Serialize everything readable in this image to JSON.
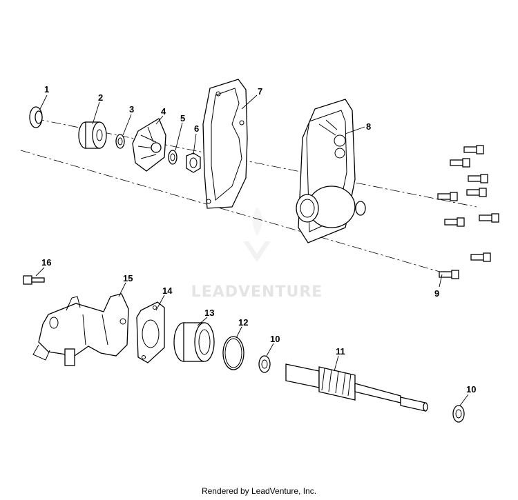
{
  "footer": "Rendered by LeadVenture, Inc.",
  "watermark": "LEADVENTURE",
  "callouts": [
    "1",
    "2",
    "3",
    "4",
    "5",
    "6",
    "7",
    "8",
    "9",
    "10",
    "10",
    "11",
    "12",
    "13",
    "14",
    "15",
    "16"
  ]
}
